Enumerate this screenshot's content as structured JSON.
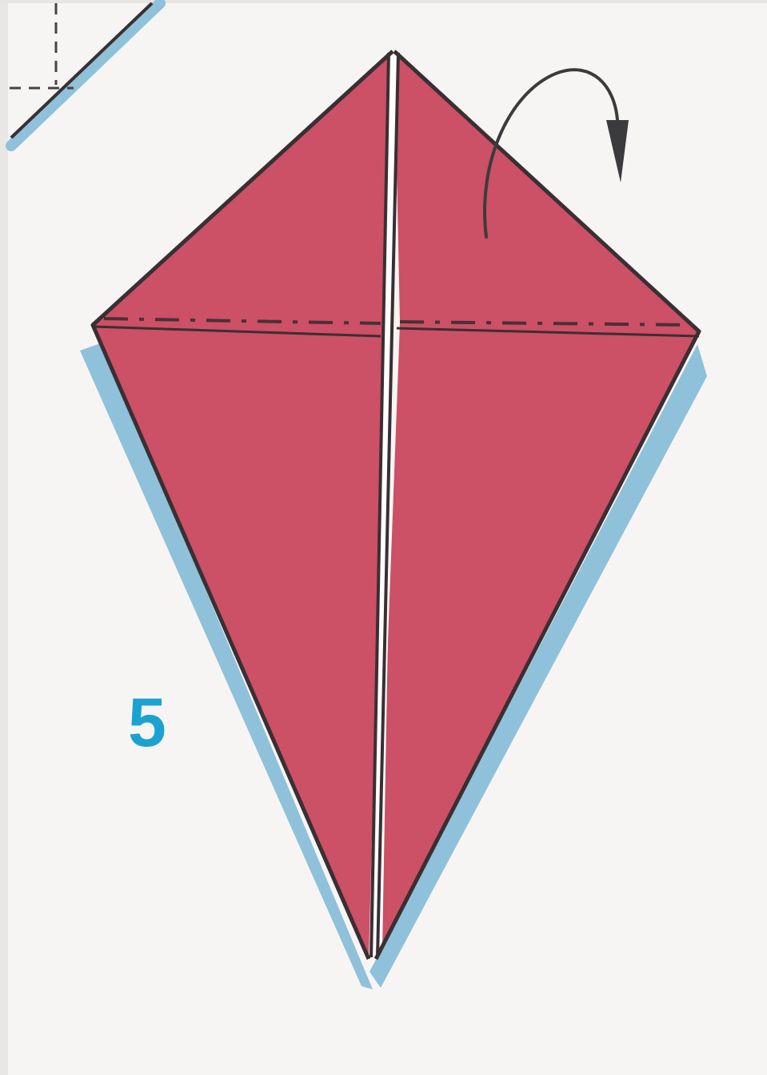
{
  "step": {
    "number": "5"
  },
  "colors": {
    "paper_front": "#cc5066",
    "paper_edge": "#3a2f32",
    "paper_back_shadow": "#8fc1da",
    "background": "#f7f5f4",
    "step_number": "#1ba2d0",
    "arrow": "#3b3b3e"
  },
  "icons": {
    "fold_arrow": "curved-arrow-down-right",
    "previous_step_corner": "partial-previous-diagram"
  }
}
